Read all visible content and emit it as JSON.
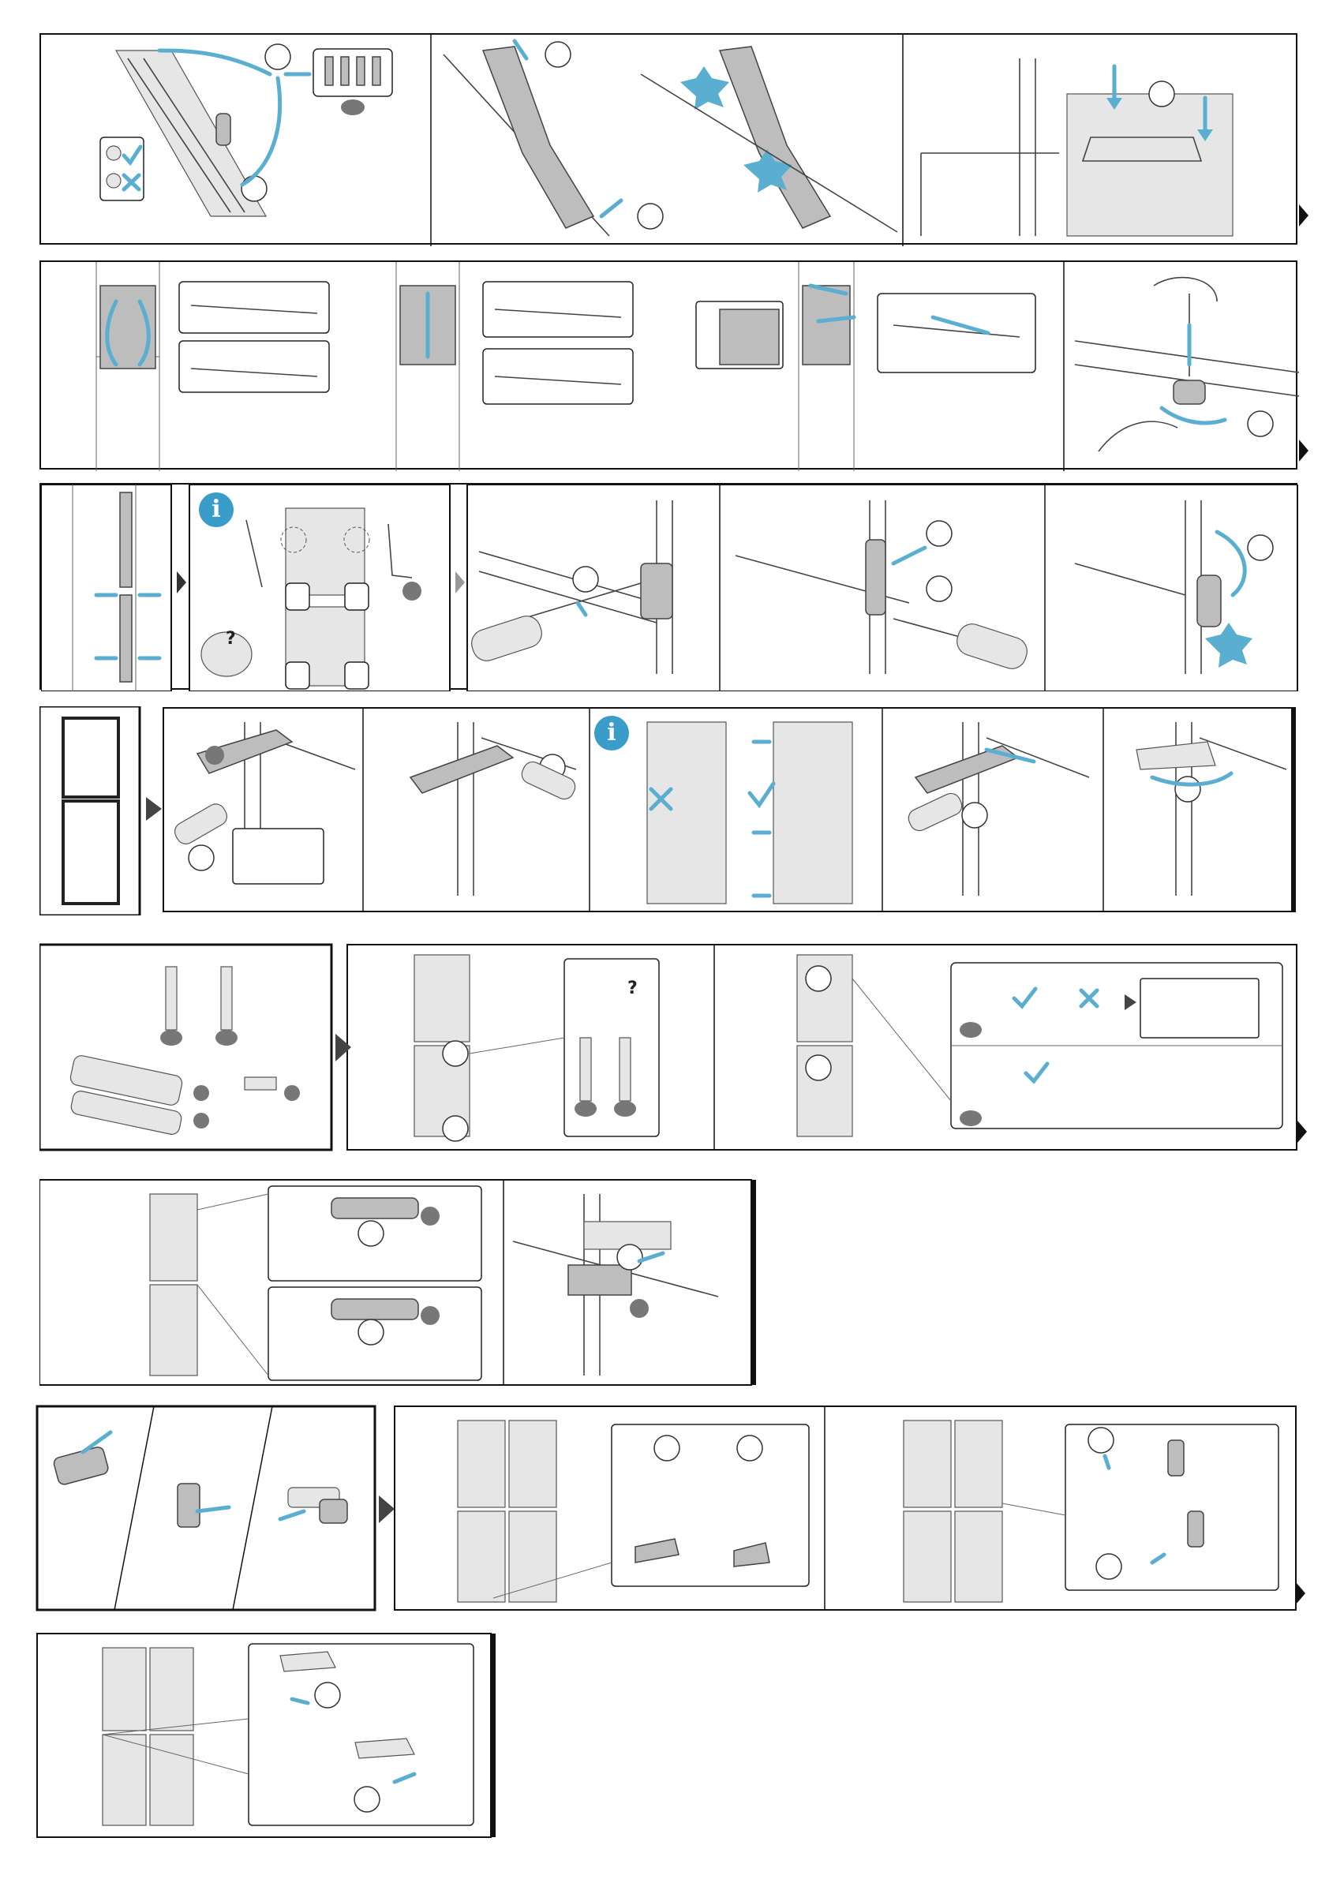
{
  "document": {
    "type": "installation-instructions-pictograms",
    "colors": {
      "accent": "#5aaed0",
      "line": "#444444",
      "fill_gray": "#bdbdbd"
    }
  },
  "symbols": {
    "info": "i",
    "question": "?"
  },
  "rows": [
    {
      "id": "row-1",
      "panels": 3,
      "continues": true
    },
    {
      "id": "row-2",
      "panels": 4,
      "continues": true
    },
    {
      "id": "row-3",
      "panels": 5,
      "continues": false
    },
    {
      "id": "row-4",
      "panels": 6,
      "continues": false
    },
    {
      "id": "row-5",
      "panels": 3,
      "continues": true
    },
    {
      "id": "row-6",
      "panels": 2,
      "continues": false
    },
    {
      "id": "row-7",
      "panels": 3,
      "continues": true
    },
    {
      "id": "row-8",
      "panels": 1,
      "continues": false
    }
  ],
  "icons": [
    "check-icon",
    "cross-icon",
    "screwdriver-icon",
    "allen-key-icon",
    "scissors-icon",
    "hand-icon",
    "cabinet-icon",
    "hinge-icon",
    "screw-icon",
    "arrow-icon",
    "starburst-icon"
  ]
}
